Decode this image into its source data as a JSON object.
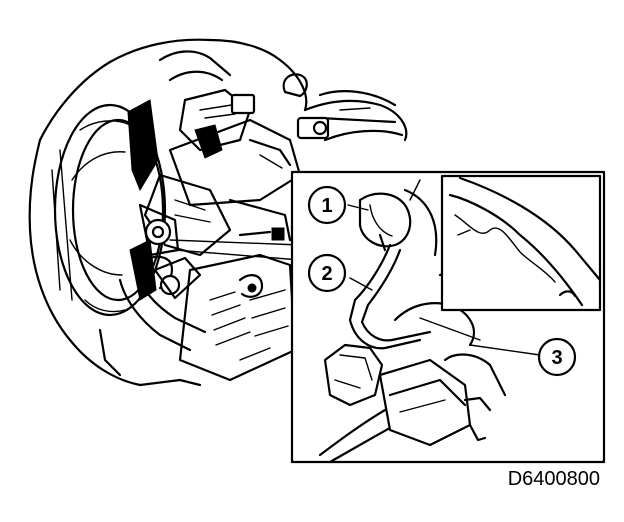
{
  "figure_code": "D6400800",
  "callouts": [
    {
      "label": "1"
    },
    {
      "label": "2"
    },
    {
      "label": "3"
    }
  ],
  "icons": [
    "engine-overview-illustration",
    "detail-inset",
    "zoom-inset"
  ],
  "colors": {
    "ink": "#000000",
    "paper": "#ffffff"
  }
}
